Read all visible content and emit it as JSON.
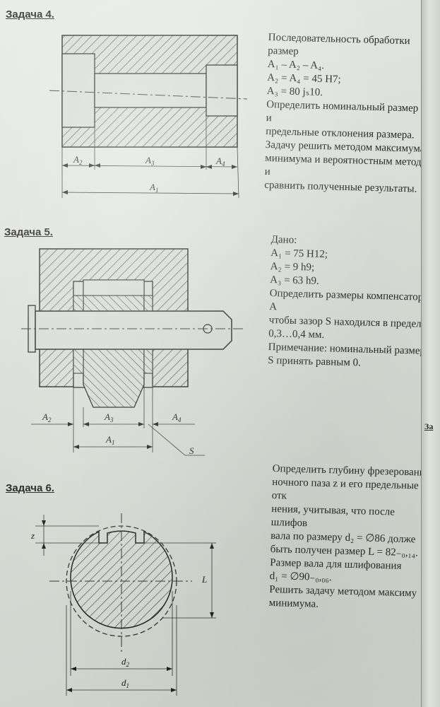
{
  "tasks": [
    {
      "heading": "Задача 4.",
      "text": "Последовательность обработки размер\nA₁ – A₂ – A₄.\nA₂ = A₄ = 45 H7;\nA₃ = 80 jₛ10.\nОпределить номинальный размер A₁ и\nпредельные отклонения размера.\nЗадачу решить методом максимума-\nминимума и вероятностным методом и\nсравнить полученные результаты.",
      "dims": [
        "A",
        "2",
        "A",
        "3",
        "A",
        "4",
        "A",
        "1"
      ]
    },
    {
      "heading": "Задача 5.",
      "text": "Дано:\nA₁ = 75 H12;\nA₂ = 9 h9;\nA₃ = 63 h9.\nОпределить размеры компенсатора A\nчтобы зазор S находился в пределах\n0,3…0,4 мм.\nПримечание: номинальный размер\nS принять равным 0.",
      "dims": [
        "A",
        "2",
        "A",
        "3",
        "A",
        "4",
        "A",
        "1",
        "S"
      ]
    },
    {
      "heading": "Задача 6.",
      "text": "Определить глубину фрезерования\nночного паза z и его предельные отк\nнения, учитывая, что после шлифов\nвала по размеру d₂ = ∅86 долже\nбыть получен размер L = 82₋₀,₁₄.\nРазмер вала для шлифования\nd₁ = ∅90₋₀,₀₆.\nРешить задачу методом максиму\nминимума.",
      "dims": [
        "z",
        "L",
        "d",
        "2",
        "d",
        "1"
      ]
    }
  ],
  "next_page_fragment": "За"
}
